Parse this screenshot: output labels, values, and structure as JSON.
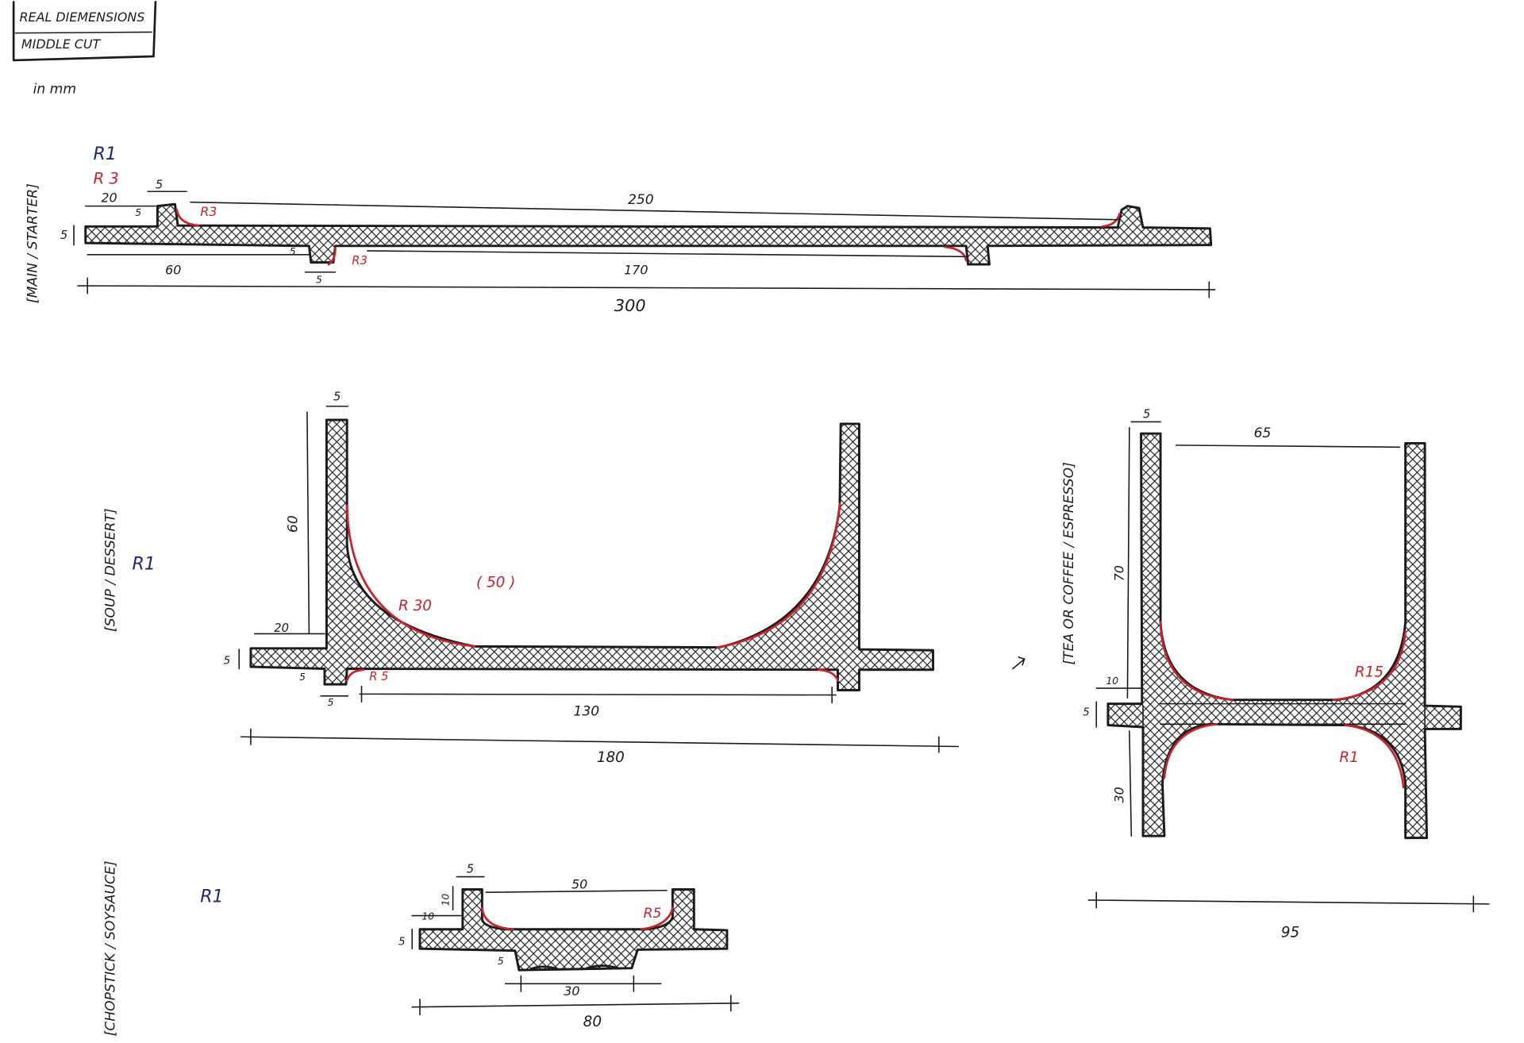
{
  "header": {
    "title_line1": "REAL DIEMENSIONS",
    "title_line2": "MIDDLE CUT",
    "units": "in   mm"
  },
  "colors": {
    "ink": "#1b1b1b",
    "fillet": "#c8232c",
    "note": "#1a2a6b"
  },
  "main_starter": {
    "label": "[MAIN / STARTER]",
    "note_r1": "R1",
    "note_r3": "R 3",
    "dims": {
      "d20": "20",
      "d5a": "5",
      "d5b": "5",
      "r3_top": "R3",
      "d250": "250",
      "d5_left": "5",
      "d5_under": "5",
      "d5_bottom": "5",
      "r3_bottom": "R3",
      "d60": "60",
      "d170": "170",
      "d300": "300"
    }
  },
  "soup_dessert": {
    "label": "[SOUP / DESSERT]",
    "note_r1": "R1",
    "dims": {
      "d5_top": "5",
      "d60": "60",
      "r30": "R 30",
      "d50": "( 50 )",
      "d20": "20",
      "d5_left": "5",
      "d5_under": "5",
      "d5_bottom": "5",
      "r5": "R 5",
      "d130": "130",
      "d180": "180"
    }
  },
  "tea_coffee": {
    "label": "[TEA OR COFFEE / ESPRESSO]",
    "dims": {
      "d5_top": "5",
      "d65": "65",
      "d70": "70",
      "d10": "10",
      "d5_left": "5",
      "r15": "R15",
      "r1": "R1",
      "d30": "30",
      "d95": "95"
    }
  },
  "chopstick": {
    "label": "[CHOPSTICK / SOYSAUCE]",
    "note_r1": "R1",
    "dims": {
      "d5_top": "5",
      "d50": "50",
      "d10a": "10",
      "d10b": "10",
      "r5": "R5",
      "d5_left": "5",
      "d5_under": "5",
      "d30": "30",
      "d80": "80"
    }
  }
}
